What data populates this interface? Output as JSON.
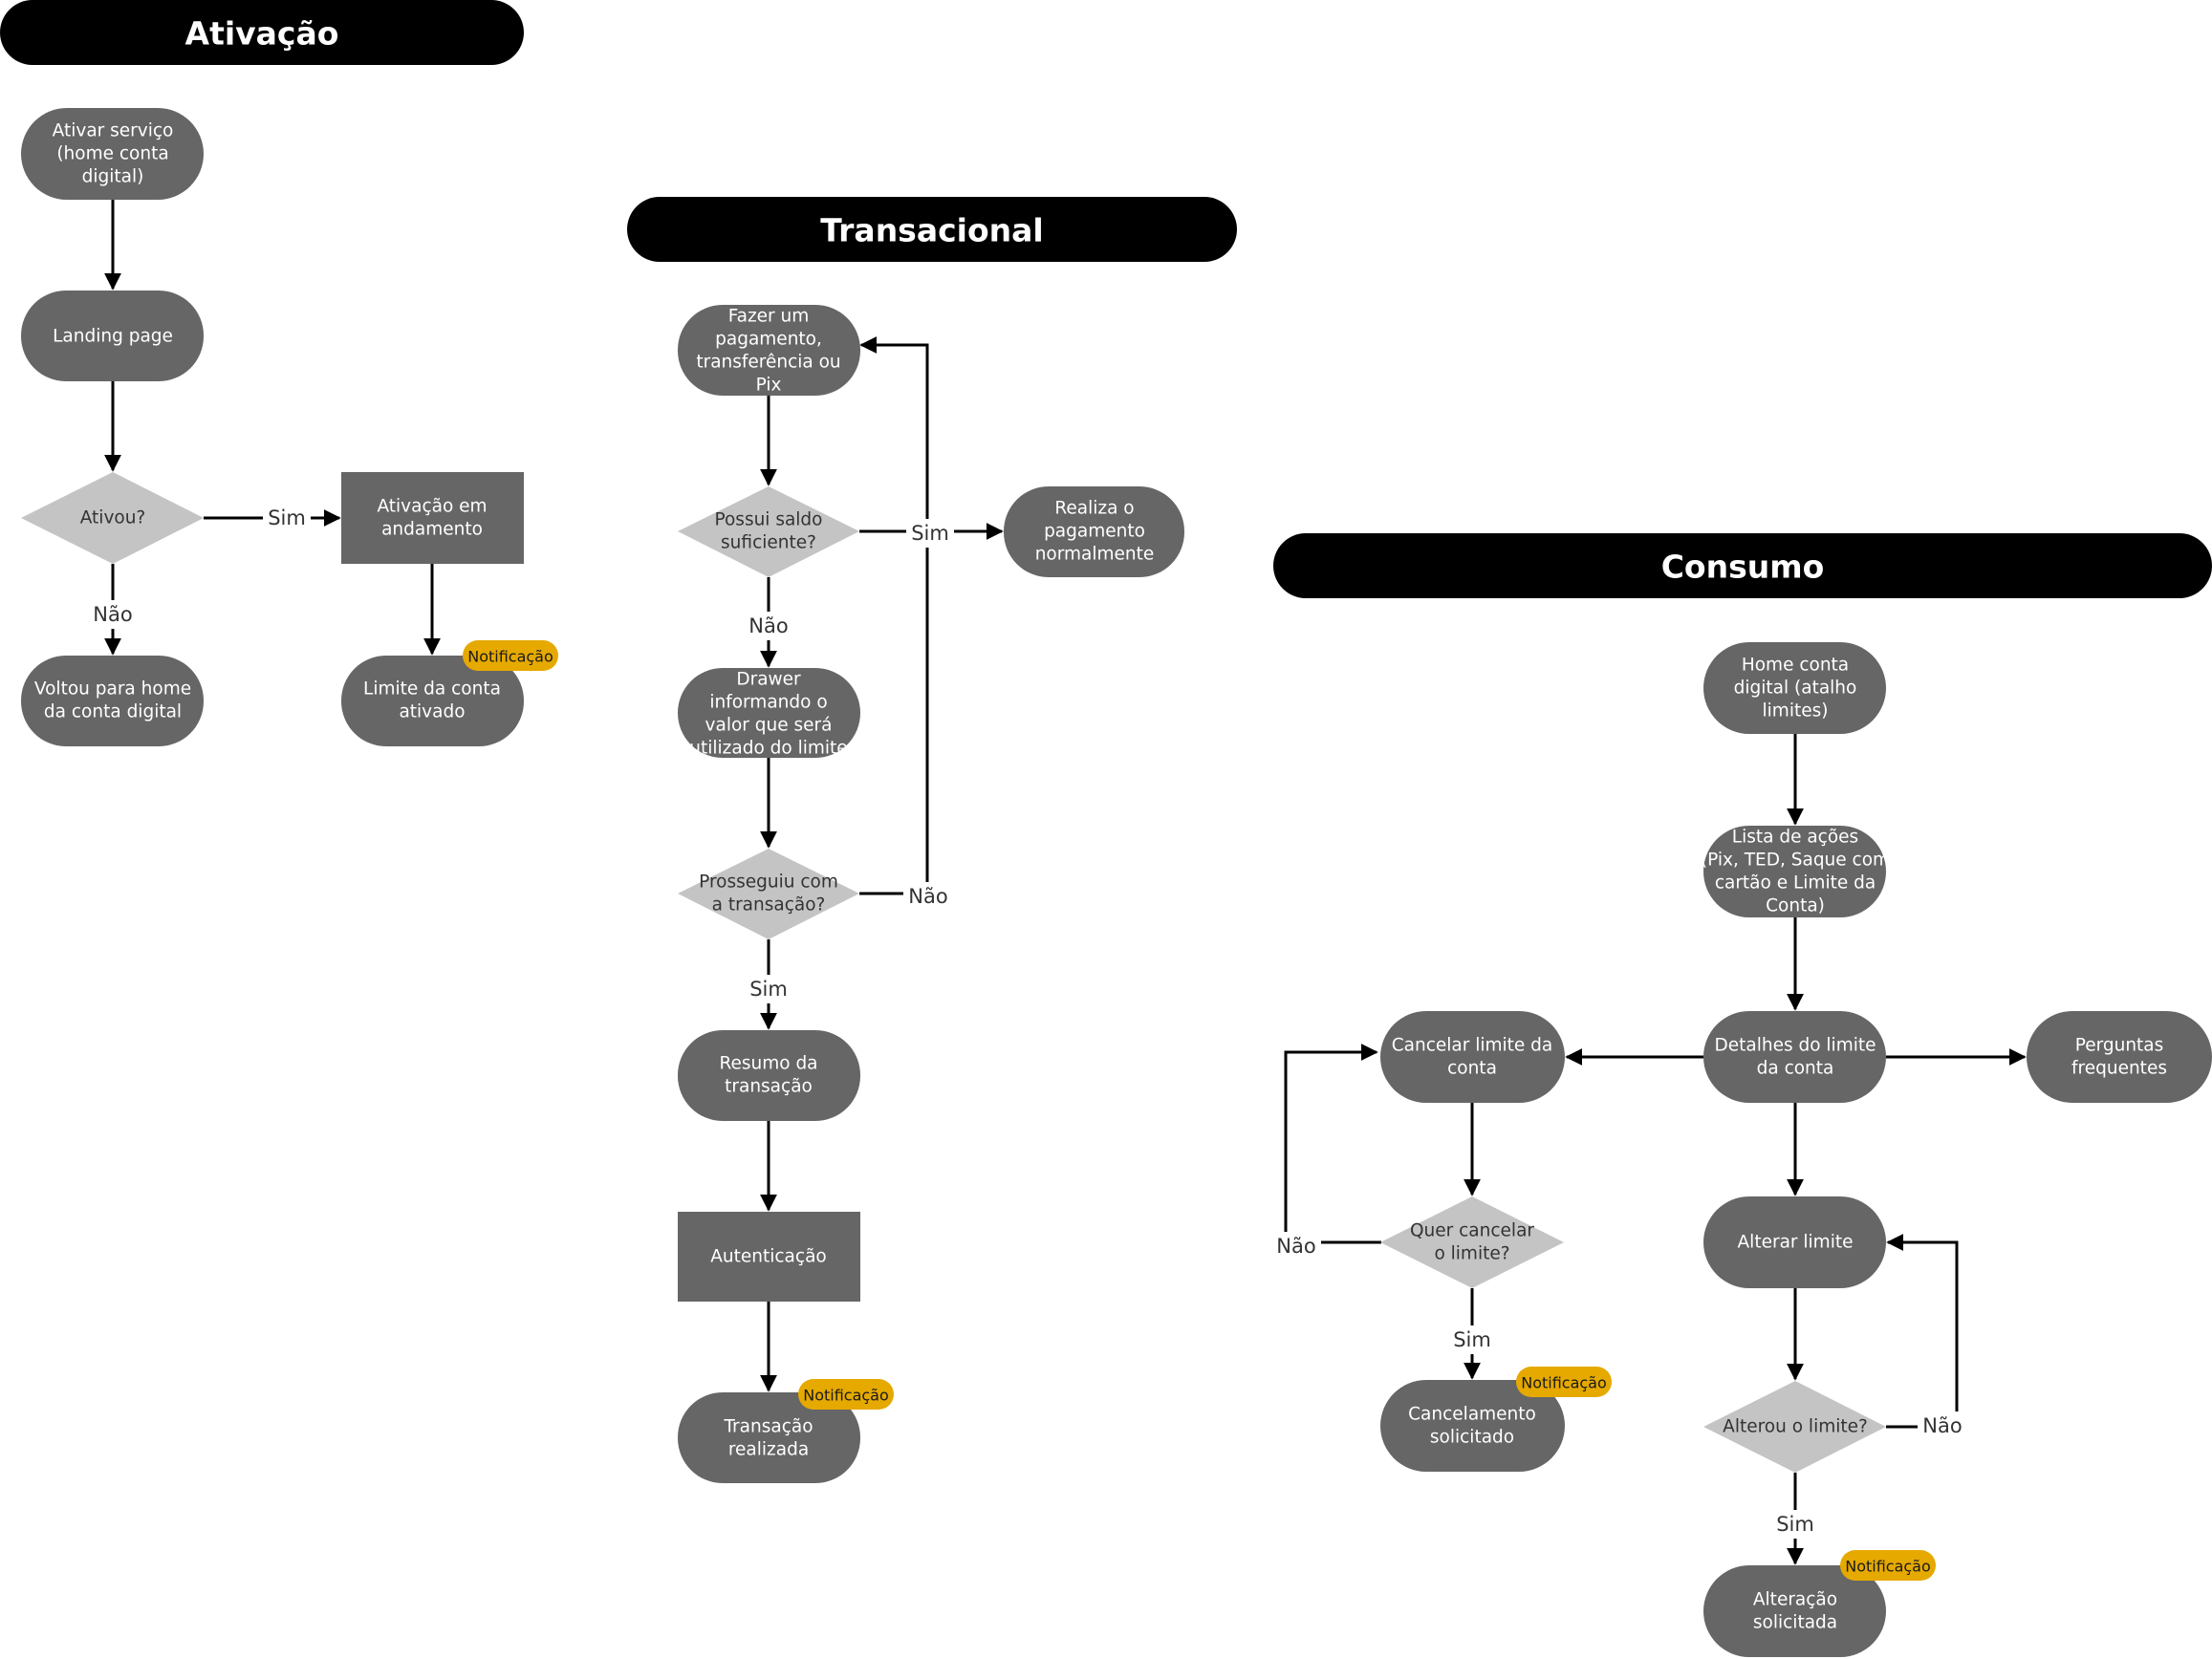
{
  "sections": {
    "ativacao": "Ativação",
    "transacional": "Transacional",
    "consumo": "Consumo"
  },
  "nodes": {
    "ativar_servico": [
      "Ativar serviço",
      "(home conta",
      "digital)"
    ],
    "landing_page": [
      "Landing page"
    ],
    "ativou": [
      "Ativou?"
    ],
    "ativacao_andamento": [
      "Ativação em",
      "andamento"
    ],
    "voltou_home": [
      "Voltou para home",
      "da conta digital"
    ],
    "limite_ativado": [
      "Limite da conta",
      "ativado"
    ],
    "fazer_pagamento": [
      "Fazer um",
      "pagamento,",
      "transferência ou",
      "Pix"
    ],
    "possui_saldo": [
      "Possui saldo",
      "suficiente?"
    ],
    "realiza_pagamento": [
      "Realiza o",
      "pagamento",
      "normalmente"
    ],
    "drawer": [
      "Drawer",
      "informando o",
      "valor que será",
      "utilizado do limite"
    ],
    "prosseguiu": [
      "Prosseguiu com",
      "a transação?"
    ],
    "resumo": [
      "Resumo da",
      "transação"
    ],
    "autenticacao": [
      "Autenticação"
    ],
    "transacao_realizada": [
      "Transação",
      "realizada"
    ],
    "home_atalho": [
      "Home conta",
      "digital (atalho",
      "limites)"
    ],
    "lista_acoes": [
      "Lista de ações",
      "(Pix, TED, Saque com",
      "cartão e Limite da",
      "Conta)"
    ],
    "detalhes_limite": [
      "Detalhes do limite",
      "da conta"
    ],
    "cancelar_limite": [
      "Cancelar limite da",
      "conta"
    ],
    "perguntas": [
      "Perguntas",
      "frequentes"
    ],
    "quer_cancelar": [
      "Quer cancelar",
      "o limite?"
    ],
    "alterar_limite": [
      "Alterar limite"
    ],
    "cancelamento": [
      "Cancelamento",
      "solicitado"
    ],
    "alterou": [
      "Alterou o limite?"
    ],
    "alteracao": [
      "Alteração",
      "solicitada"
    ]
  },
  "edge_labels": {
    "sim": "Sim",
    "nao": "Não"
  },
  "badge_label": "Notificação",
  "colors": {
    "header": "#000000",
    "process": "#666666",
    "decision": "#c4c4c4",
    "badge": "#e5a900",
    "edge": "#000000",
    "node_text": "#ffffff",
    "decision_text": "#333333"
  }
}
